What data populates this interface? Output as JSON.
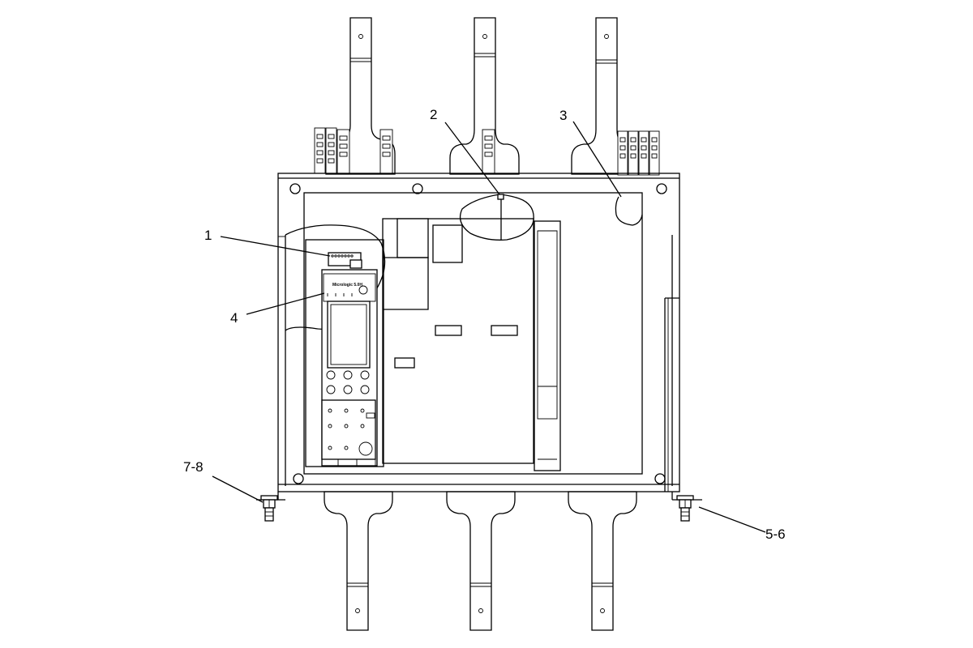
{
  "callouts": [
    {
      "id": "1",
      "label": "1"
    },
    {
      "id": "2",
      "label": "2"
    },
    {
      "id": "3",
      "label": "3"
    },
    {
      "id": "4",
      "label": "4"
    },
    {
      "id": "5-6",
      "label": "5-6"
    },
    {
      "id": "7-8",
      "label": "7-8"
    }
  ],
  "trip_unit": {
    "brand_label": "Micrologic 5.0H"
  },
  "colors": {
    "line": "#000000",
    "background": "#ffffff"
  }
}
